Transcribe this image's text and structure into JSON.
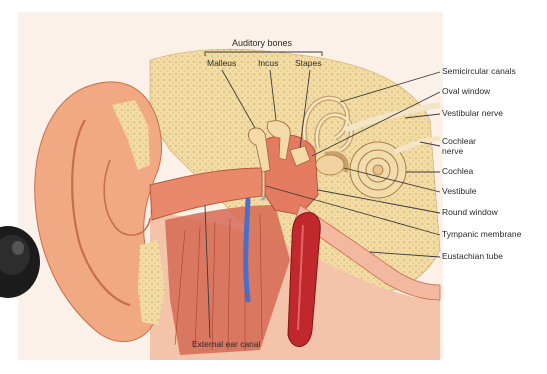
{
  "diagram": {
    "top_labels": {
      "group": "Auditory bones",
      "malleus": "Malleus",
      "incus": "Incus",
      "stapes": "Stapes"
    },
    "right_labels": [
      "Semicircular canals",
      "Oval window",
      "Vestibular nerve",
      "Cochlear",
      "nerve",
      "Cochlea",
      "Vestibule",
      "Round window",
      "Tympanic membrane",
      "Eustachian tube"
    ],
    "bottom_label": "External ear canal"
  },
  "colors": {
    "skin": "#f1a983",
    "skin_dark": "#dc7a55",
    "bone": "#f3dca4",
    "cartilage": "#f5e3b8",
    "artery": "#c0282c",
    "nerve": "#f2e6c6",
    "blue_vessel": "#4b6ec7",
    "muscle": "#d56a55"
  }
}
